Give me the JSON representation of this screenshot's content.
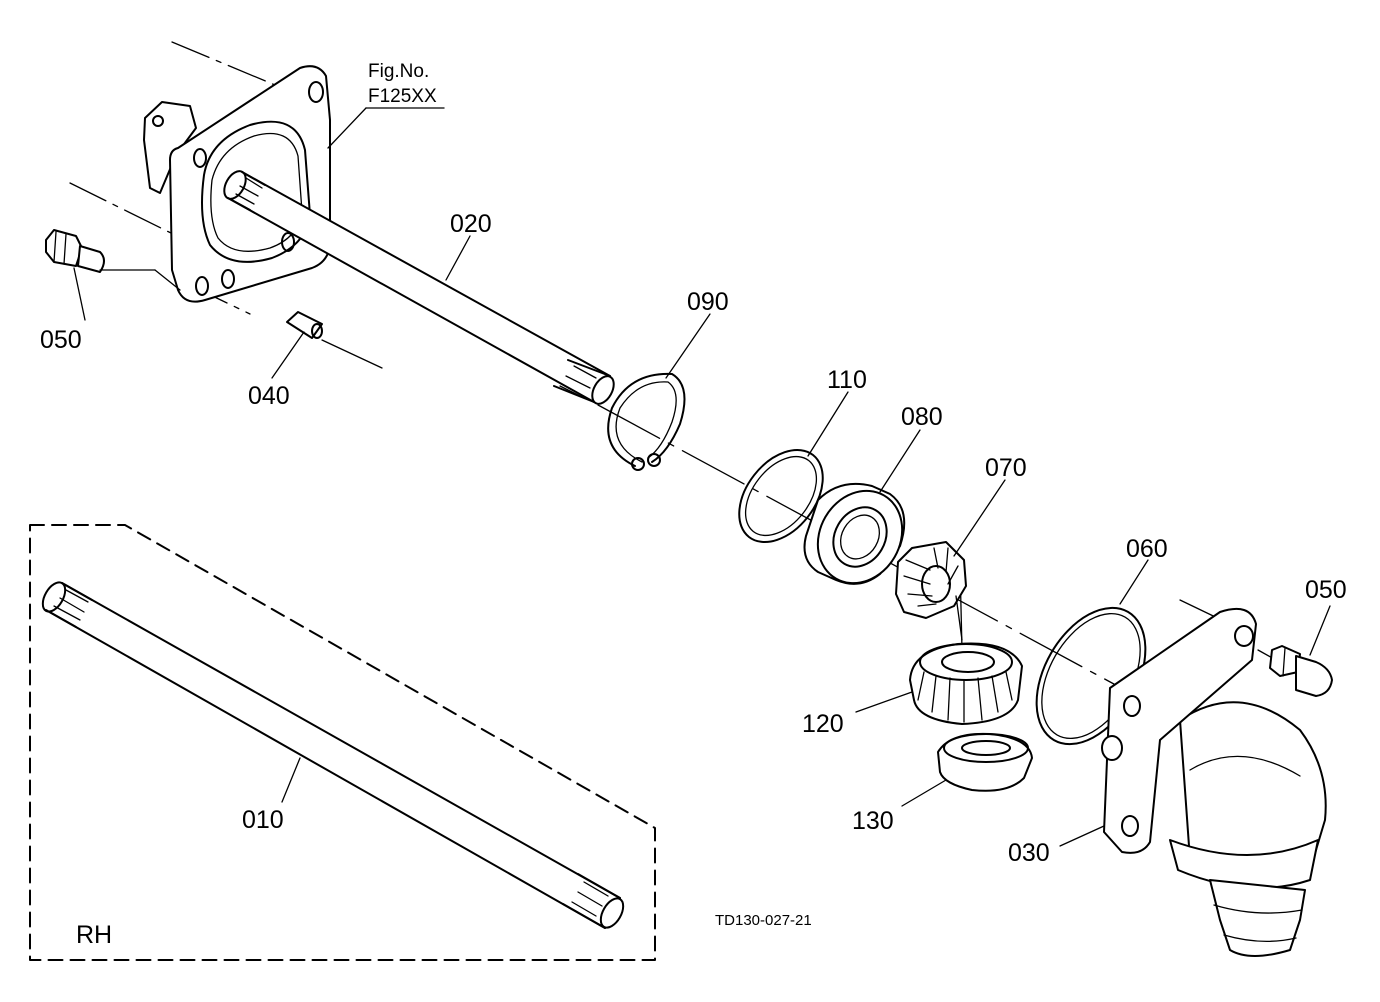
{
  "figure_ref": {
    "line1": "Fig.No.",
    "line2": "F125XX"
  },
  "drawing_code": "TD130-027-21",
  "inset_label": "RH",
  "callouts": {
    "p010": "010",
    "p020": "020",
    "p030": "030",
    "p040": "040",
    "p050_left": "050",
    "p050_right": "050",
    "p060": "060",
    "p070": "070",
    "p080": "080",
    "p090": "090",
    "p110": "110",
    "p120": "120",
    "p130": "130"
  }
}
